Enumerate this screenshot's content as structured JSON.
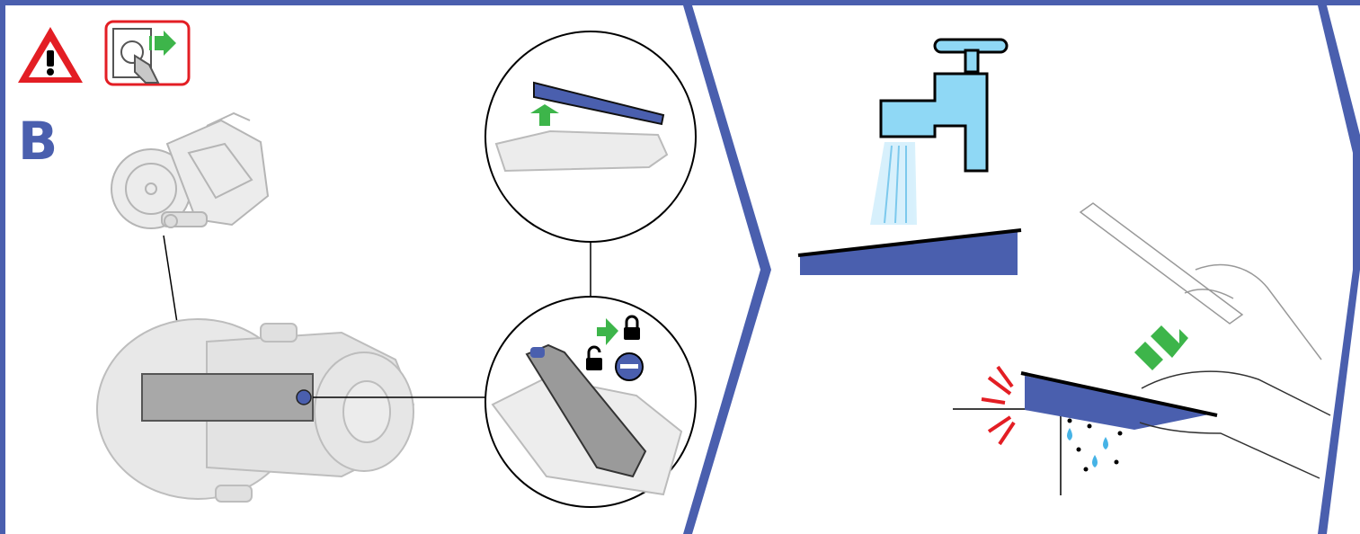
{
  "step": {
    "letter": "B"
  },
  "colors": {
    "frame_blue": "#4a5fae",
    "bin_blue": "#4a5fae",
    "arrow_green": "#3db54a",
    "warning_red": "#e31e24",
    "water_blue": "#46b3e6",
    "tap_blue": "#8fd8f5",
    "machine_grey": "#c8c8c8"
  },
  "icons": [
    "warning-icon",
    "unplug-icon",
    "lock-icon",
    "unlock-icon",
    "arrow-up-icon",
    "arrow-down-icon",
    "tap-icon",
    "water-drop-icon"
  ],
  "panels": [
    {
      "id": "remove-bin",
      "icons": [
        "warning-icon",
        "unplug-icon"
      ]
    },
    {
      "id": "rinse-bin",
      "icons": [
        "tap-icon"
      ]
    },
    {
      "id": "dry-bin",
      "icons": [
        "water-drop-icon"
      ]
    }
  ]
}
